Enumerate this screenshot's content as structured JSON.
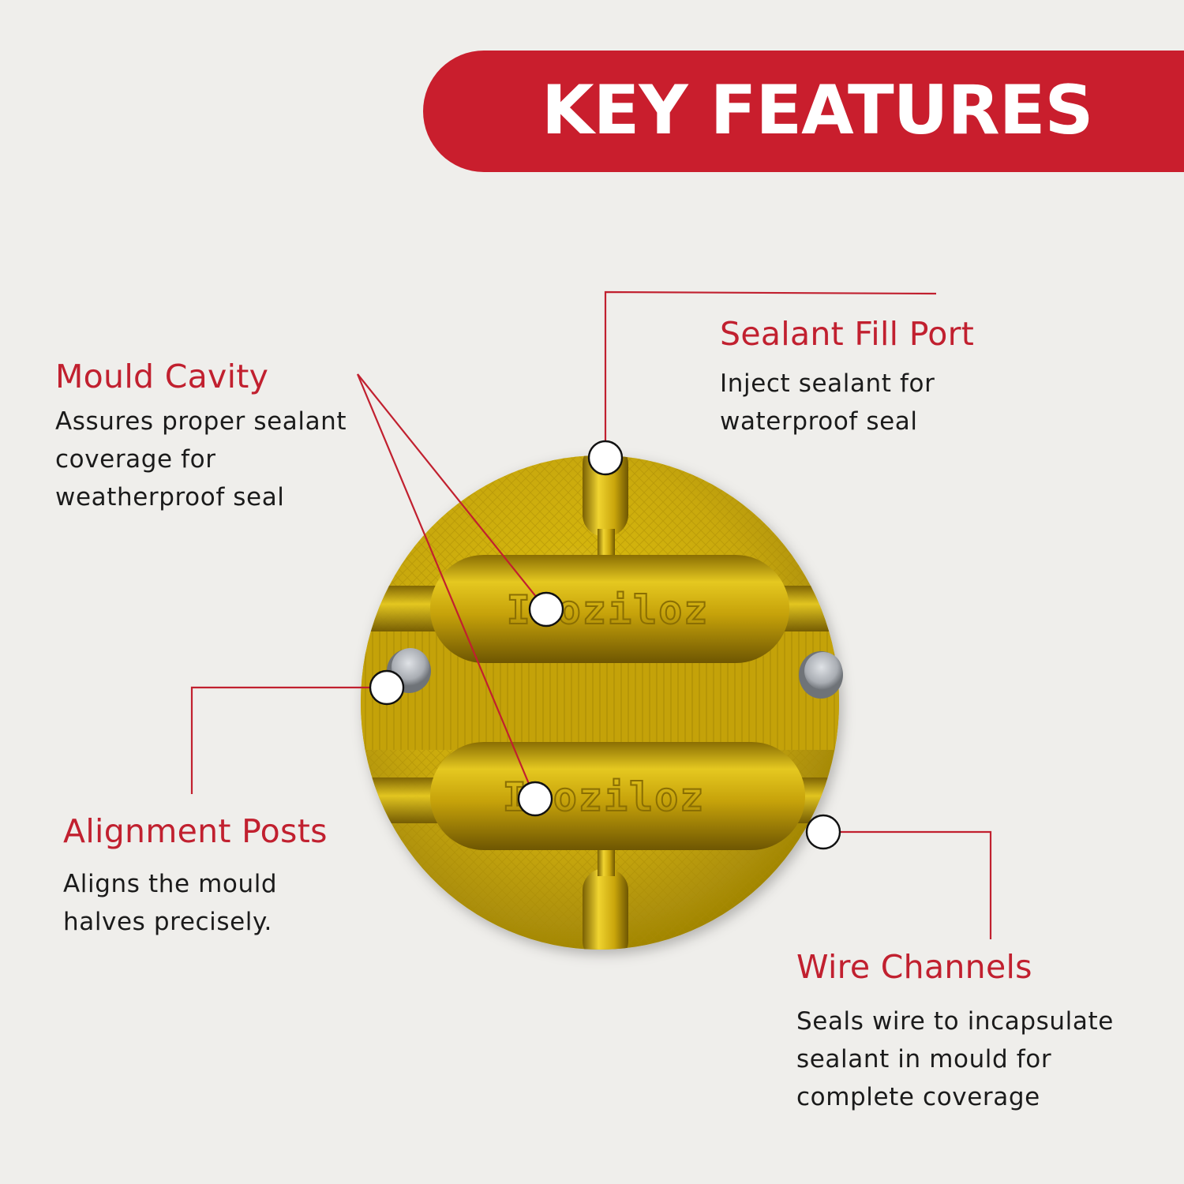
{
  "banner": {
    "title": "KEY FEATURES",
    "color": "#c91e2d"
  },
  "features": [
    {
      "id": "mould-cavity",
      "title": "Mould Cavity",
      "description": "Assures proper sealant\ncoverage for\nweatherproof seal"
    },
    {
      "id": "sealant-fill-port",
      "title": "Sealant Fill Port",
      "description": "Inject sealant for\nwaterproof seal"
    },
    {
      "id": "alignment-posts",
      "title": "Alignment Posts",
      "description": "Aligns the mould\nhalves precisely."
    },
    {
      "id": "wire-channels",
      "title": "Wire Channels",
      "description": "Seals wire to incapsulate\nsealant in mould for\ncomplete coverage"
    }
  ],
  "product": {
    "engraving": "Isoziloz",
    "body_color": "#c9a90a",
    "post_color": "#b9bcc0"
  },
  "colors": {
    "background": "#efeeeb",
    "accent": "#c1202f",
    "leader_line": "#c1202f",
    "body_text": "#1b1b1b"
  }
}
